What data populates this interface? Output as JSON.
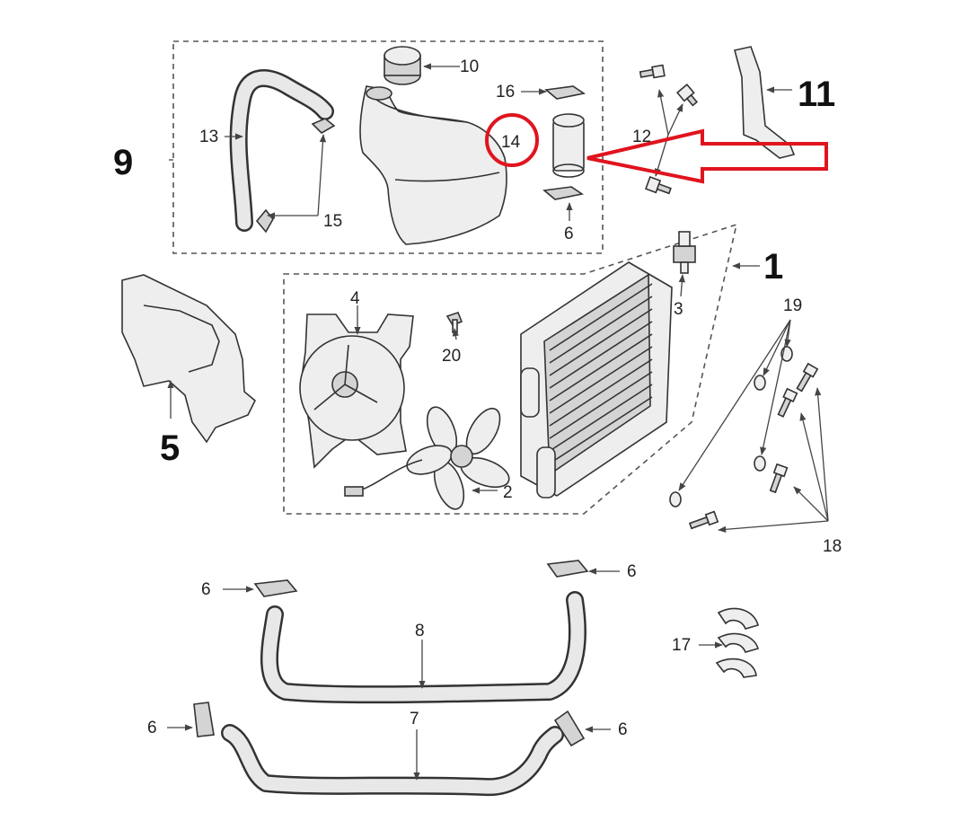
{
  "colors": {
    "highlight": "#e0141e",
    "line": "#333333",
    "part_fill": "#eeeeee"
  },
  "group_labels": {
    "g9": "9",
    "g1": "1",
    "g11": "11",
    "g5": "5"
  },
  "callouts": {
    "p10": "10",
    "p16": "16",
    "p13": "13",
    "p14": "14",
    "p12": "12",
    "p15": "15",
    "p6a": "6",
    "p3": "3",
    "p4": "4",
    "p20": "20",
    "p19": "19",
    "p2": "2",
    "p18": "18",
    "p6b": "6",
    "p6c": "6",
    "p8": "8",
    "p17": "17",
    "p7": "7",
    "p6d": "6",
    "p6e": "6"
  },
  "highlight": {
    "part": "14",
    "shape": "circle-and-arrow"
  }
}
